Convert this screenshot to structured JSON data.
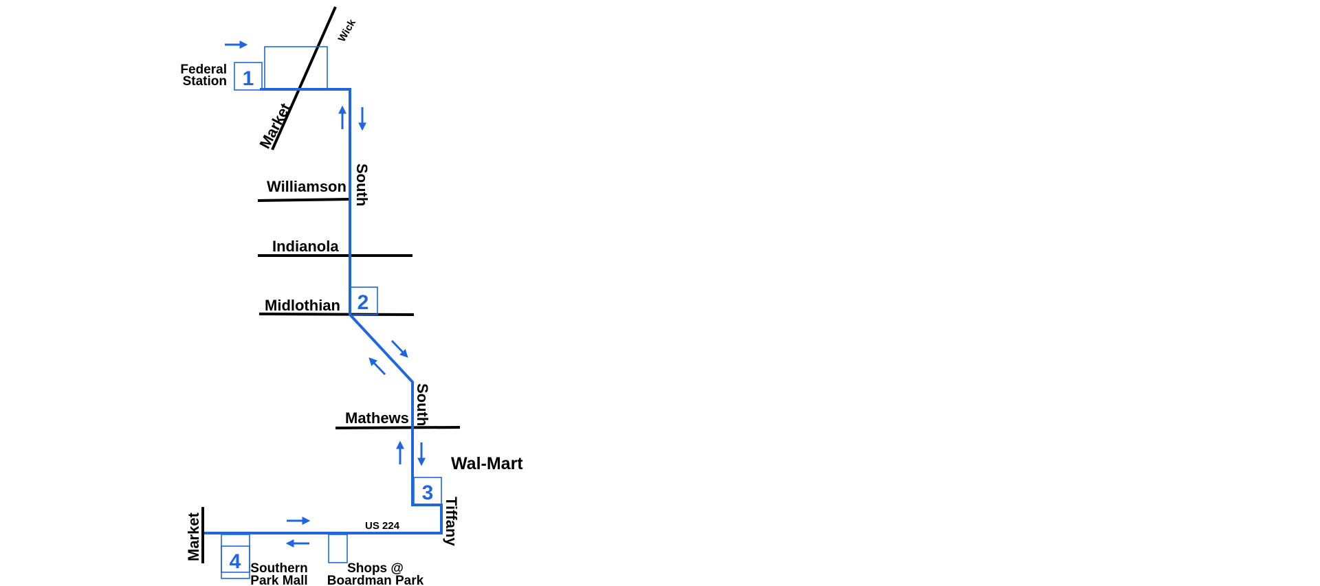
{
  "colors": {
    "route": "#1f66e0",
    "street": "#000000",
    "background": "#ffffff"
  },
  "streets": {
    "wick": "Wick",
    "market_north": "Market",
    "south_upper": "South",
    "williamson": "Williamson",
    "indianola": "Indianola",
    "midlothian": "Midlothian",
    "south_lower": "South",
    "mathews": "Mathews",
    "tiffany": "Tiffany",
    "us224": "US 224",
    "market_south": "Market"
  },
  "places": {
    "federal_station_line1": "Federal",
    "federal_station_line2": "Station",
    "walmart": "Wal-Mart",
    "southern_park_line1": "Southern",
    "southern_park_line2": "Park Mall",
    "shops_line1": "Shops @",
    "shops_line2": "Boardman Park"
  },
  "stops": [
    "1",
    "2",
    "3",
    "4"
  ],
  "arrow_icons": [
    "arrow-right-icon",
    "arrow-up-icon",
    "arrow-down-icon",
    "arrow-down-right-icon",
    "arrow-up-left-icon",
    "arrow-left-icon"
  ]
}
